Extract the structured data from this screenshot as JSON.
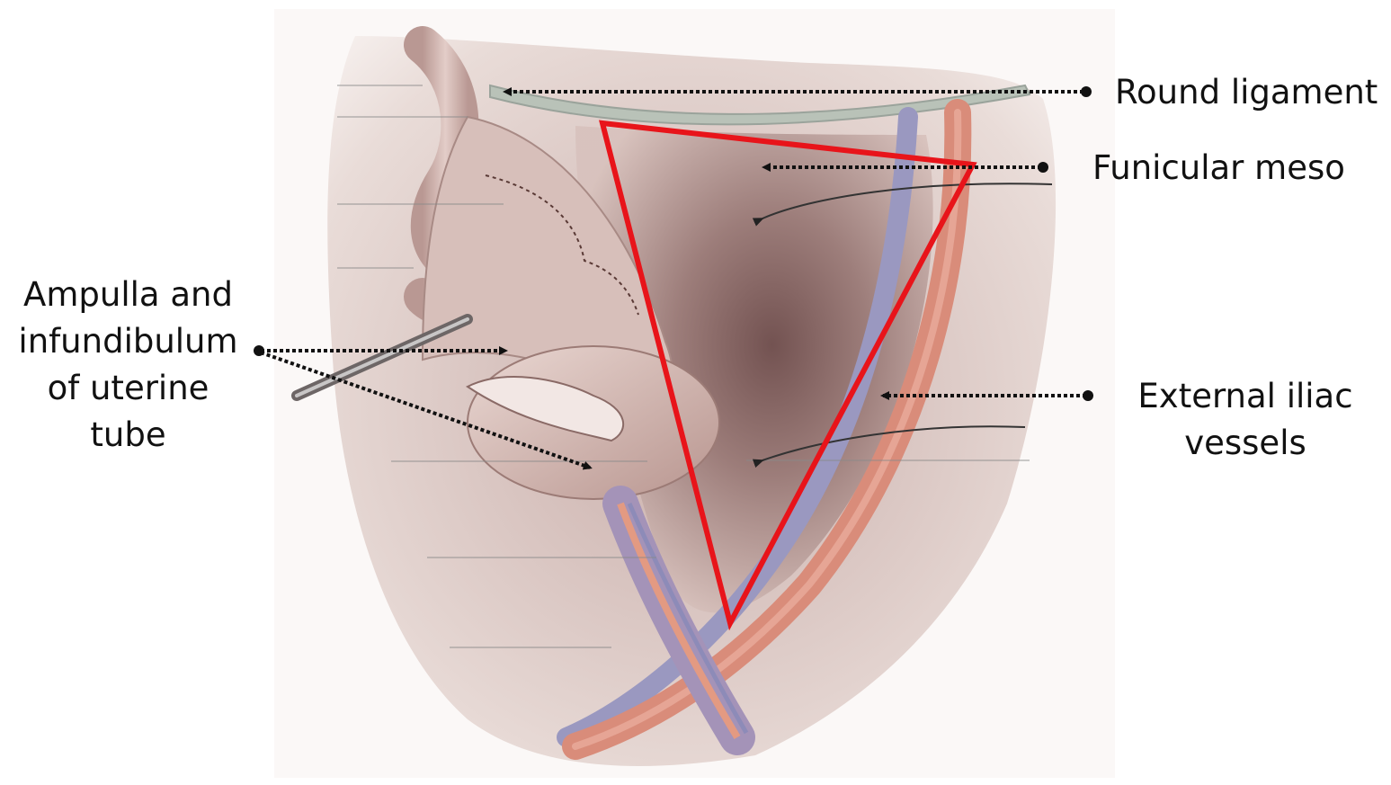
{
  "labels": {
    "round_ligament": "Round ligament",
    "funicular_meso": "Funicular meso",
    "ampulla_line1": "Ampulla and",
    "ampulla_line2": "infundibulum",
    "ampulla_line3": "of uterine",
    "ampulla_line4": "tube",
    "external_iliac_line1": "External iliac",
    "external_iliac_line2": "vessels"
  },
  "colors": {
    "highlight_triangle": "#e8141a",
    "tissue_pink": "#d8bcb6",
    "peritoneum_shadow": "#7a5a58",
    "artery": "#d98c7a",
    "vein": "#9a98c0",
    "label_text": "#111111"
  }
}
